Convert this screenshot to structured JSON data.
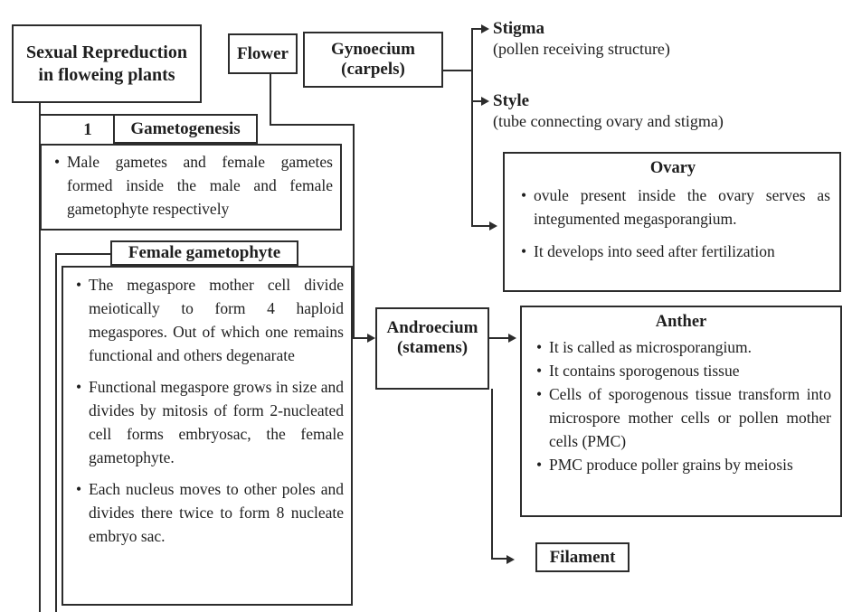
{
  "canvas": {
    "background": "#ffffff",
    "ink": "#2c2c2c"
  },
  "nodes": {
    "main_title": "Sexual Repreduction\nin floweing plants",
    "flower": "Flower",
    "gynoecium": "Gynoecium\n(carpels)",
    "section_number": "1",
    "gametogenesis": "Gametogenesis",
    "gametogenesis_note": "Male gametes and female gametes formed inside the male and female gametophyte respectively",
    "female_gametophyte_title": "Female gametophyte",
    "female_gametophyte_points": [
      "The megaspore mother cell divide meiotically to form 4 haploid megaspores. Out of which one remains functional and others degenarate",
      "Functional megaspore grows in size and divides by mitosis of form 2-nucleated cell forms embryosac, the female gametophyte.",
      "Each nucleus moves to other poles and divides there twice to form 8 nucleate embryo sac."
    ],
    "androecium": "Androecium\n(stamens)",
    "anther": {
      "title": "Anther",
      "points": [
        "It is called as microsporangium.",
        "It contains sporogenous tissue",
        "Cells of sporogenous tissue transform into microspore mother cells or pollen mother cells (PMC)",
        "PMC produce poller grains by meiosis"
      ]
    },
    "filament": "Filament",
    "ovary": {
      "title": "Ovary",
      "points": [
        "ovule present inside the ovary serves as integumented megasporangium.",
        "It develops into seed after fertilization"
      ]
    },
    "stigma": {
      "label": "Stigma",
      "description": "(pollen receiving structure)"
    },
    "style": {
      "label": "Style",
      "description": "(tube connecting ovary and stigma)"
    }
  }
}
